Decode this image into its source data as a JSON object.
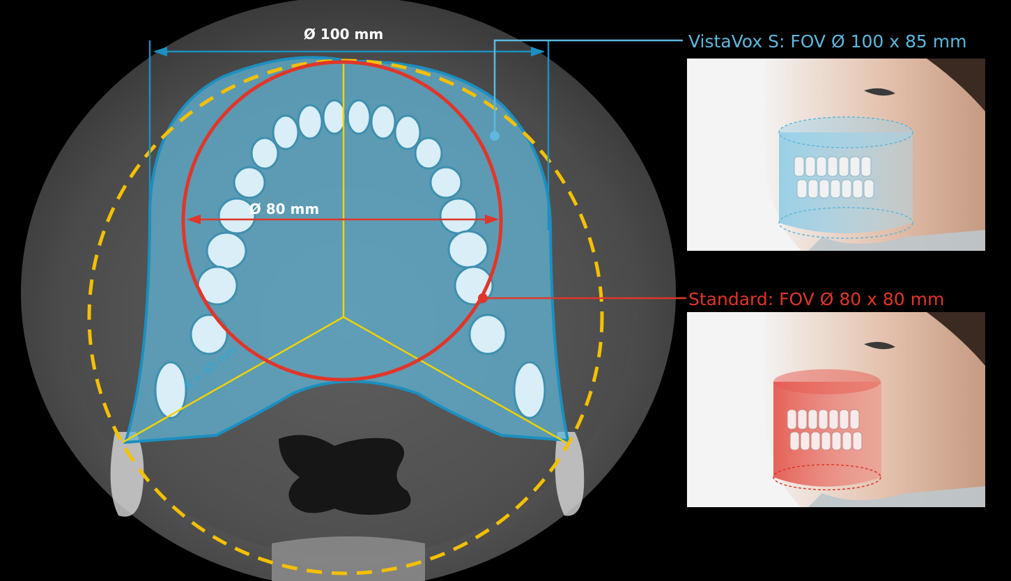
{
  "dimensions": {
    "large_fov_diameter": "Ø 100 mm",
    "standard_fov_diameter": "Ø 80 mm",
    "radius": "R = 65 mm"
  },
  "legend": {
    "vistavox": "VistaVox S: FOV Ø 100 x 85 mm",
    "standard": "Standard: FOV Ø 80 x 80 mm"
  },
  "colors": {
    "vistavox": "#5fb8de",
    "vistavox_outline": "#1c8fc0",
    "vistavox_fill": "#5fb7d8",
    "standard": "#e0362a",
    "outer_dashed": "#f5c000",
    "center_lines": "#f2d200",
    "background": "#000000"
  }
}
